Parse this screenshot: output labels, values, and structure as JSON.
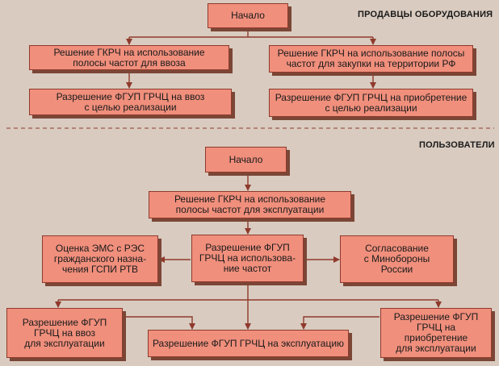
{
  "sections": {
    "sellers": "ПРОДАВЦЫ ОБОРУДОВАНИЯ",
    "users": "ПОЛЬЗОВАТЕЛИ"
  },
  "sellers": {
    "start": "Начало",
    "gkrch_import": "Решение ГКРЧ на использование\nполосы частот для ввоза",
    "gkrch_purchase": "Решение ГКРЧ на использование полосы\nчастот для закупки на территории РФ",
    "fgup_import": "Разрешение ФГУП ГРЧЦ на ввоз\nс целью реализации",
    "fgup_purchase": "Разрешение ФГУП ГРЧЦ на приобретение\nс целью реализации"
  },
  "users": {
    "start": "Начало",
    "gkrch_operation": "Решение ГКРЧ на использование\nполосы частот для эксплуатации",
    "ems_assessment": "Оценка ЭМС с РЭС\nгражданского назна-\nчения ГСПИ РТВ",
    "fgup_frequency": "Разрешение ФГУП\nГРЧЦ на использова-\nние частот",
    "mod_approval": "Согласование\nс Минобороны\nРоссии",
    "fgup_import_operation": "Разрешение ФГУП\nГРЧЦ на ввоз\nдля эксплуатации",
    "fgup_operation": "Разрешение ФГУП ГРЧЦ на эксплуатацию",
    "fgup_purchase_operation": "Разрешение ФГУП\nГРЧЦ на приобретение\nдля эксплуатации"
  },
  "colors": {
    "background": "#d9cbc0",
    "box_fill": "#f08f7c",
    "box_border": "#8f3a2c",
    "box_shadow": "#7b4636",
    "connector": "#8f3a2c",
    "divider": "#9a5a4a"
  }
}
